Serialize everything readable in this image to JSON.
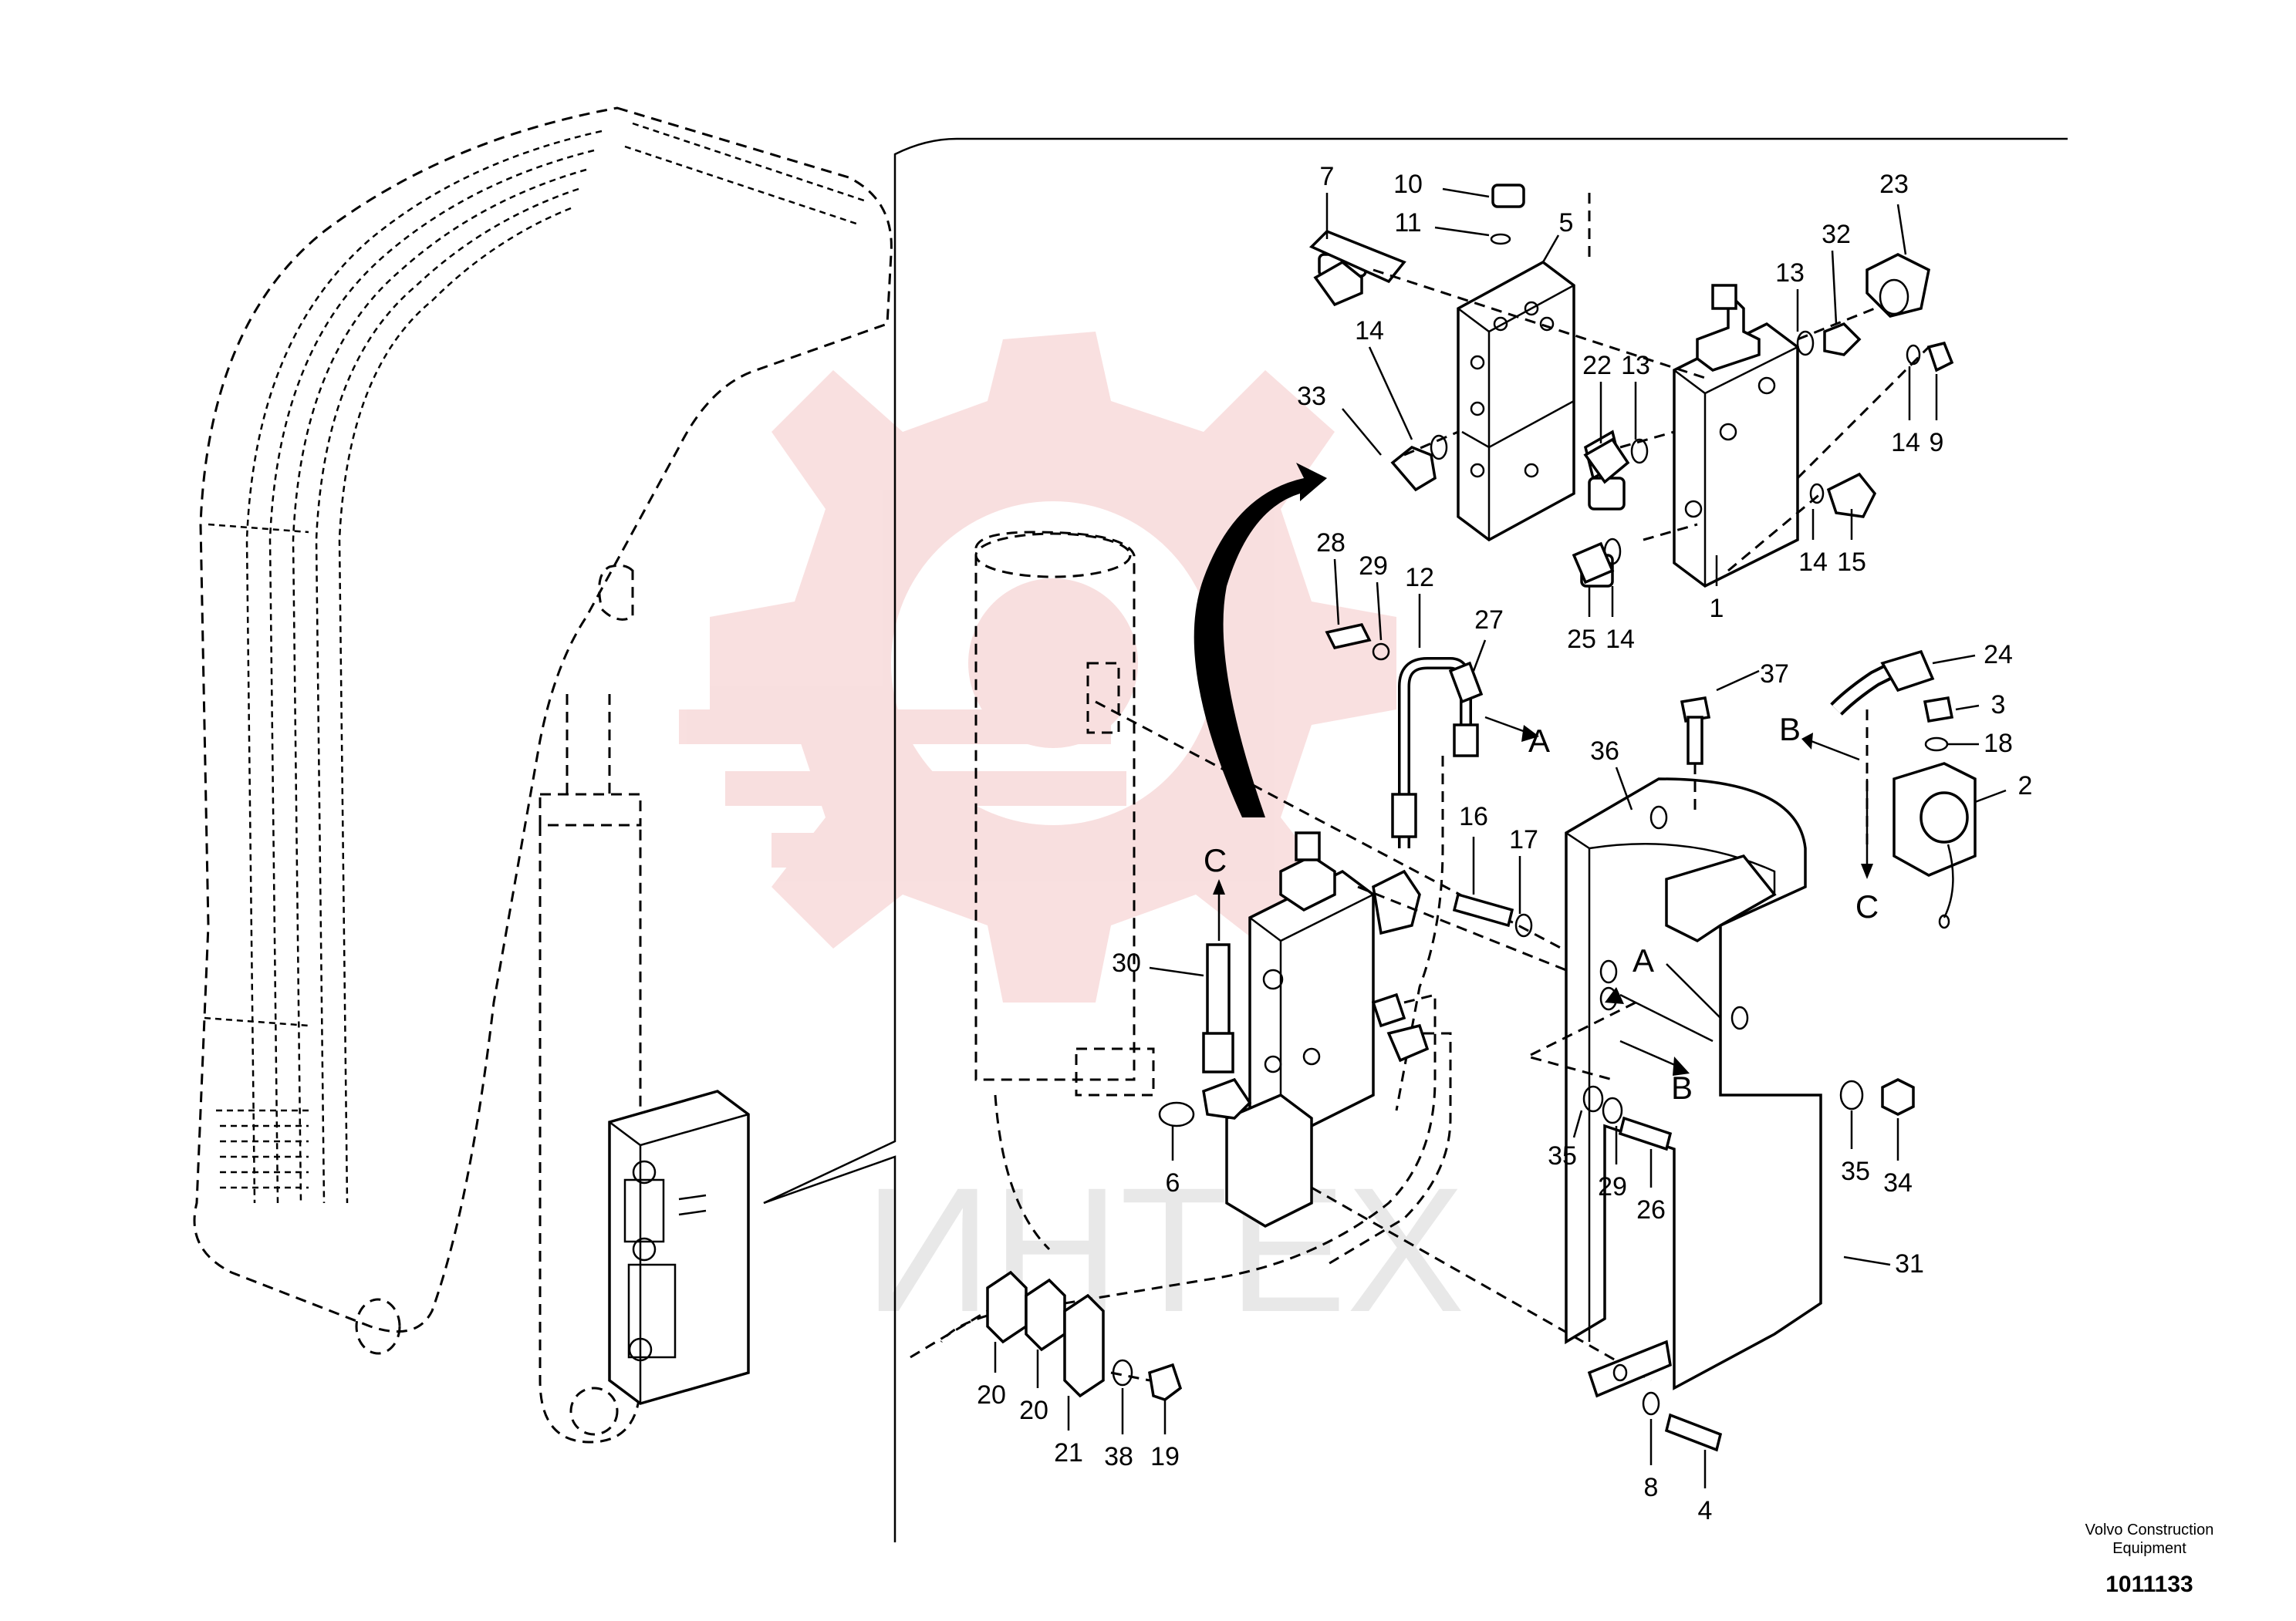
{
  "watermark": {
    "text": "ИНТЕХ",
    "color": "#f4c6c6"
  },
  "brand": {
    "company_line": "Volvo Construction Equipment",
    "drawing_number": "1011133"
  },
  "view_letters": [
    "A",
    "B",
    "C"
  ],
  "callouts": [
    "1",
    "2",
    "3",
    "4",
    "5",
    "6",
    "7",
    "8",
    "9",
    "10",
    "11",
    "12",
    "13",
    "13",
    "14",
    "14",
    "14",
    "14",
    "15",
    "16",
    "17",
    "18",
    "19",
    "20",
    "20",
    "21",
    "22",
    "23",
    "24",
    "25",
    "26",
    "27",
    "28",
    "29",
    "29",
    "30",
    "31",
    "32",
    "33",
    "34",
    "35",
    "35",
    "36",
    "37",
    "38"
  ]
}
